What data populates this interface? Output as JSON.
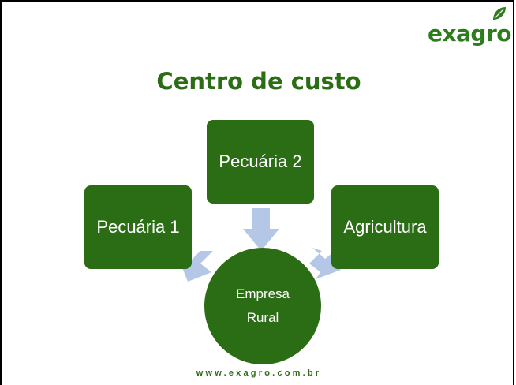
{
  "logo": {
    "text": "exagro",
    "icon": "leaf-icon",
    "color": "#2e7d1c"
  },
  "title": "Centro de custo",
  "nodes": {
    "pecuaria1": "Pecuária 1",
    "pecuaria2": "Pecuária 2",
    "agricultura": "Agricultura"
  },
  "center": {
    "line1": "Empresa",
    "line2": "Rural"
  },
  "footer": "www.exagro.com.br",
  "colors": {
    "node": "#2b6d14",
    "arrow": "#b4c7e7",
    "text_on_node": "#ffffff"
  }
}
